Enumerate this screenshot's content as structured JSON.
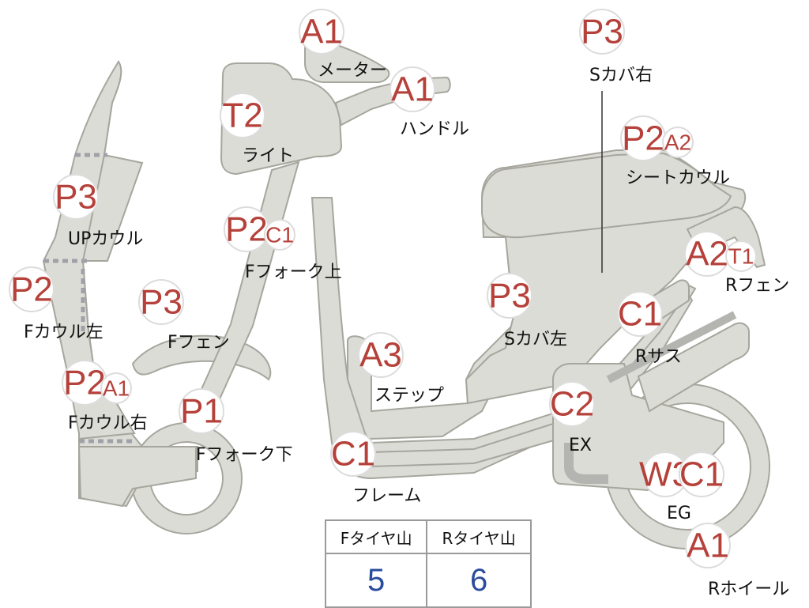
{
  "parts": [
    {
      "id": "meter",
      "name": "メーター",
      "badges": [
        {
          "code": "A1"
        }
      ]
    },
    {
      "id": "handle",
      "name": "ハンドル",
      "badges": [
        {
          "code": "A1"
        }
      ]
    },
    {
      "id": "light",
      "name": "ライト",
      "badges": [
        {
          "code": "T2"
        }
      ]
    },
    {
      "id": "up-cowl",
      "name": "UPカウル",
      "badges": [
        {
          "code": "P3"
        }
      ]
    },
    {
      "id": "f-cowl-left",
      "name": "Fカウル左",
      "badges": [
        {
          "code": "P2"
        }
      ]
    },
    {
      "id": "f-cowl-right",
      "name": "Fカウル右",
      "badges": [
        {
          "code": "P2"
        },
        {
          "code": "A1"
        }
      ]
    },
    {
      "id": "f-fork-upper",
      "name": "Fフォーク上",
      "badges": [
        {
          "code": "P2"
        },
        {
          "code": "C1"
        }
      ]
    },
    {
      "id": "f-fender",
      "name": "Fフェン",
      "badges": [
        {
          "code": "P3"
        }
      ]
    },
    {
      "id": "f-fork-lower",
      "name": "Fフォーク下",
      "badges": [
        {
          "code": "P1"
        }
      ]
    },
    {
      "id": "frame",
      "name": "フレーム",
      "badges": [
        {
          "code": "C1"
        }
      ]
    },
    {
      "id": "step",
      "name": "ステップ",
      "badges": [
        {
          "code": "A3"
        }
      ]
    },
    {
      "id": "s-cover-left",
      "name": "Sカバ左",
      "badges": [
        {
          "code": "P3"
        }
      ]
    },
    {
      "id": "s-cover-right",
      "name": "Sカバ右",
      "badges": [
        {
          "code": "P3"
        }
      ]
    },
    {
      "id": "seat-cowl",
      "name": "シートカウル",
      "badges": [
        {
          "code": "P2"
        },
        {
          "code": "A2"
        }
      ]
    },
    {
      "id": "r-fender",
      "name": "Rフェン",
      "badges": [
        {
          "code": "A2"
        },
        {
          "code": "T1"
        }
      ]
    },
    {
      "id": "r-sus",
      "name": "Rサス",
      "badges": [
        {
          "code": "C1"
        }
      ]
    },
    {
      "id": "ex",
      "name": "EX",
      "badges": [
        {
          "code": "C2"
        }
      ]
    },
    {
      "id": "eg",
      "name": "EG",
      "badges": [
        {
          "code": "W3"
        },
        {
          "code": "C1"
        }
      ]
    },
    {
      "id": "r-wheel",
      "name": "Rホイール",
      "badges": [
        {
          "code": "A1"
        }
      ]
    }
  ],
  "tread_table": {
    "headers": [
      "Fタイヤ山",
      "Rタイヤ山"
    ],
    "values": [
      "5",
      "6"
    ]
  },
  "colors": {
    "badge_text": "#b5413a",
    "value_text": "#2a4c9c",
    "part_fill": "#dcdcd6",
    "part_outline": "#a6a69e"
  }
}
